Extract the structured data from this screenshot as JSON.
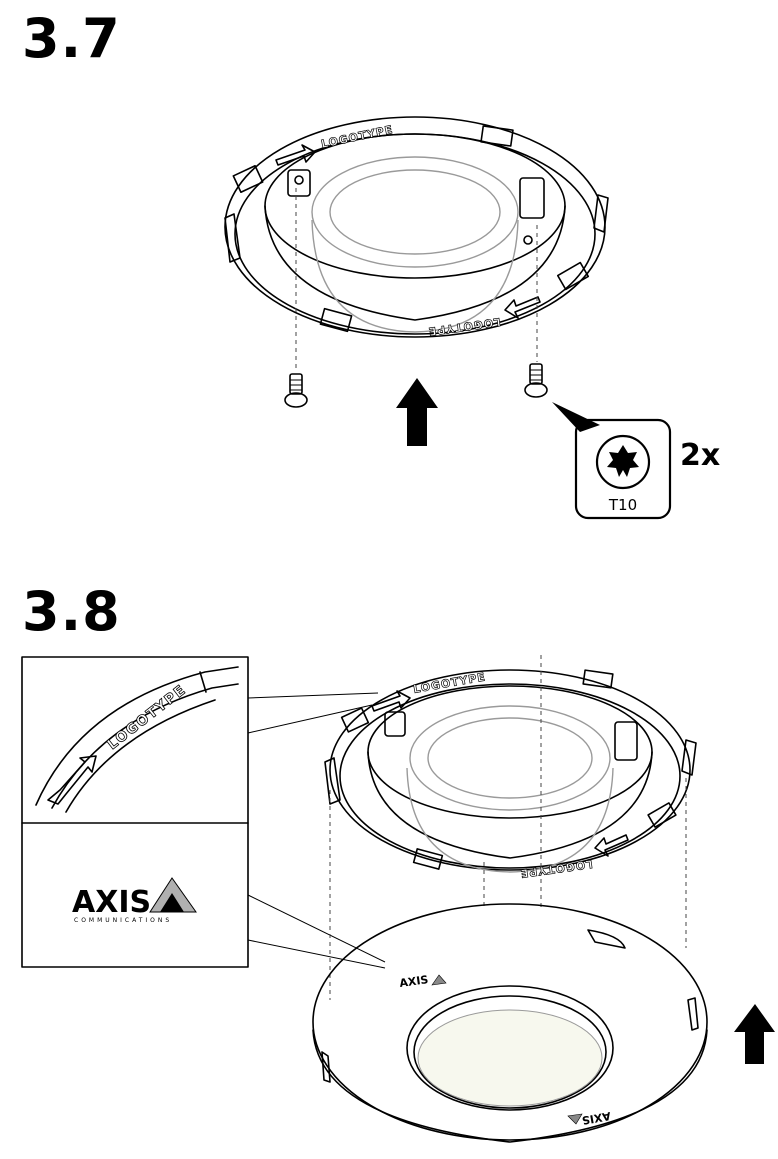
{
  "steps": [
    {
      "number": "3.7"
    },
    {
      "number": "3.8"
    }
  ],
  "step_3_7": {
    "embossed_label": "LOGOTYPE",
    "screw_count": "2x",
    "tool_label": "T10"
  },
  "step_3_8": {
    "embossed_label": "LOGOTYPE",
    "brand_name": "AXIS",
    "brand_subtitle": "COMMUNICATIONS"
  }
}
